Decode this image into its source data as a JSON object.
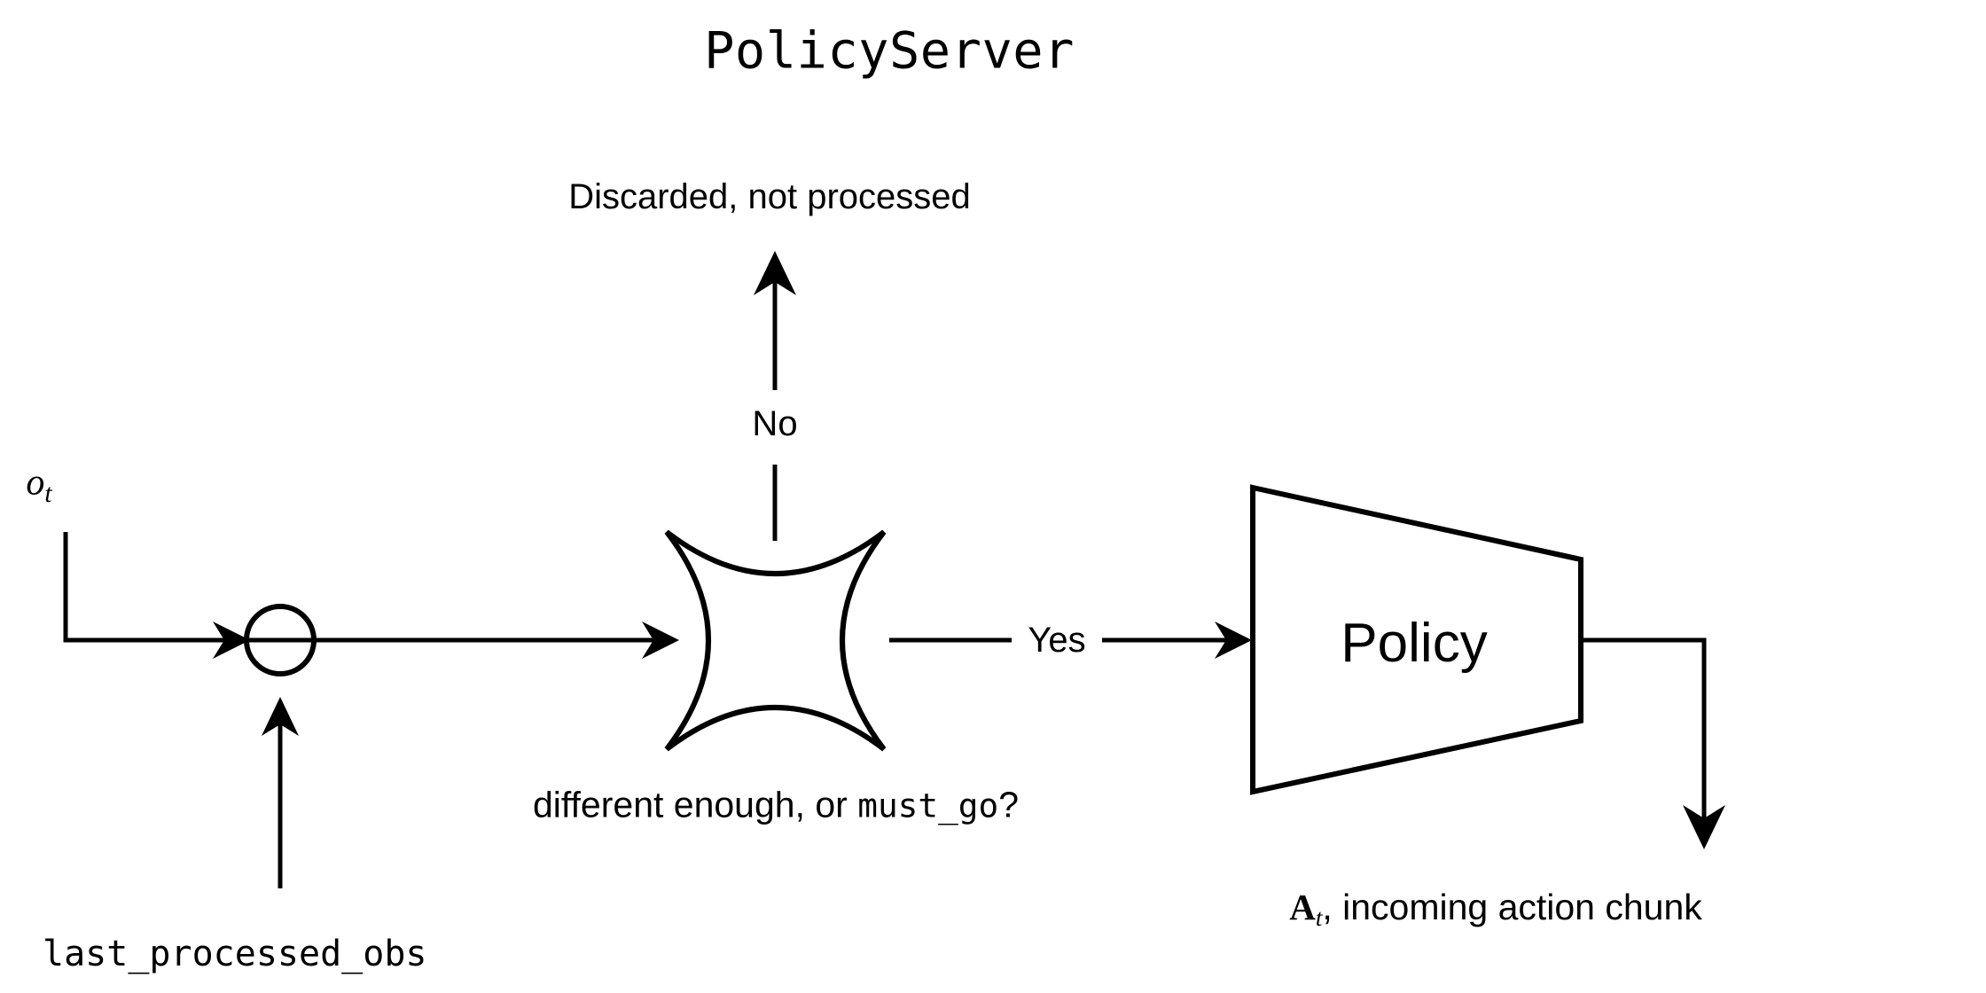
{
  "diagram": {
    "title": "PolicyServer",
    "labels": {
      "discarded": "Discarded, not processed",
      "no_branch": "No",
      "yes_branch": "Yes",
      "policy_block": "Policy",
      "observation_symbol": "o",
      "observation_subscript": "t",
      "last_processed_obs": "last_processed_obs",
      "decision_prefix": "different enough, or ",
      "decision_code": "must_go",
      "decision_suffix": "?",
      "action_symbol": "A",
      "action_subscript": "t",
      "action_text": ", incoming action chunk"
    },
    "colors": {
      "stroke": "#000000",
      "background": "#ffffff"
    },
    "nodes": [
      {
        "id": "merge-node",
        "type": "circle",
        "label": ""
      },
      {
        "id": "decision-node",
        "type": "concave-star",
        "label": "different enough, or must_go?"
      },
      {
        "id": "policy-node",
        "type": "trapezoid",
        "label": "Policy"
      }
    ],
    "edges": [
      {
        "from": "o_t",
        "to": "merge-node",
        "label": ""
      },
      {
        "from": "last_processed_obs",
        "to": "merge-node",
        "label": ""
      },
      {
        "from": "merge-node",
        "to": "decision-node",
        "label": ""
      },
      {
        "from": "decision-node",
        "to": "discarded",
        "label": "No"
      },
      {
        "from": "decision-node",
        "to": "policy-node",
        "label": "Yes"
      },
      {
        "from": "policy-node",
        "to": "action-chunk",
        "label": ""
      }
    ]
  }
}
